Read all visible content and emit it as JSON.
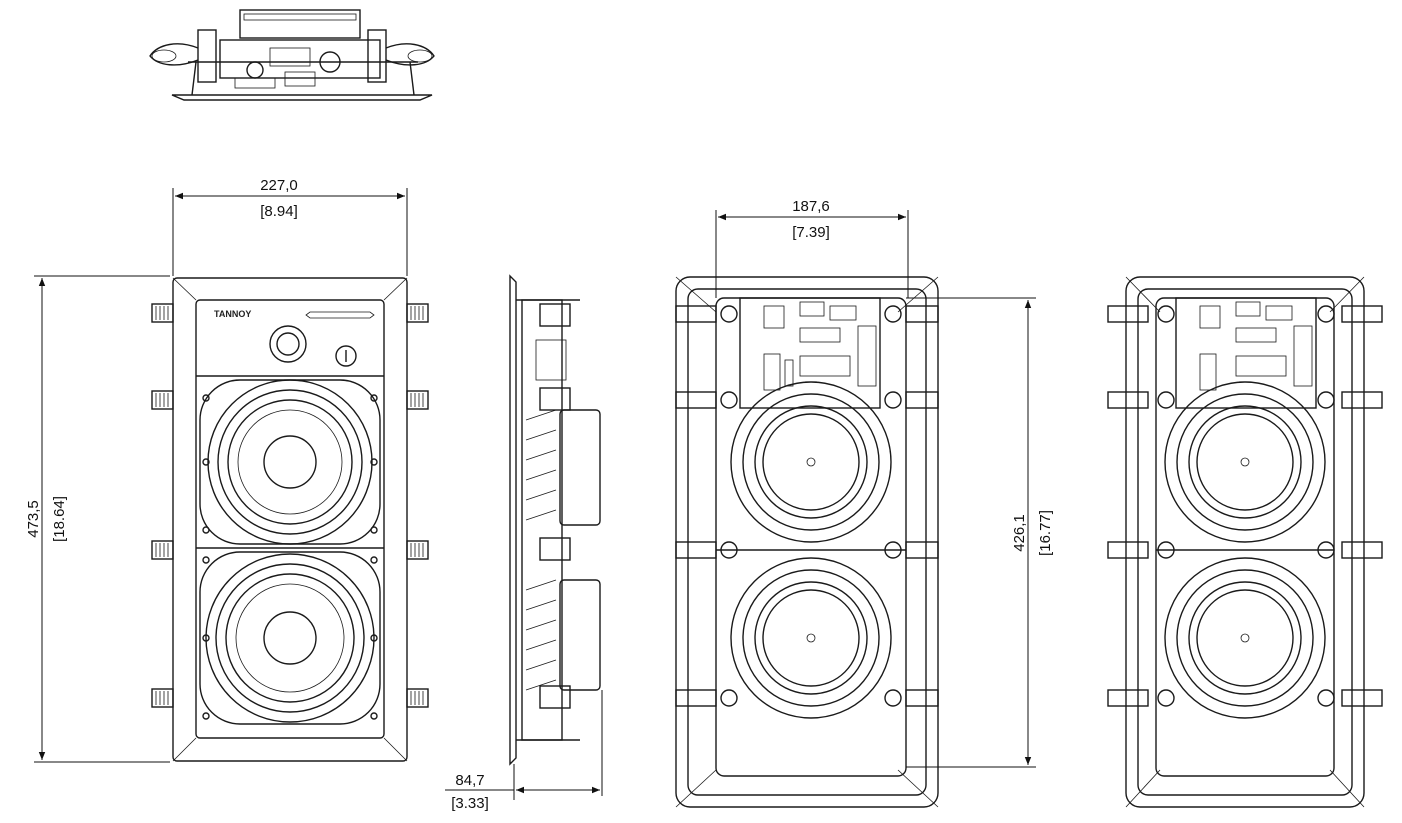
{
  "dimensions": {
    "front_width": {
      "value": "227,0",
      "inch": "[8.94]"
    },
    "front_height": {
      "value": "473,5",
      "inch": "[18.64]"
    },
    "depth": {
      "value": "84,7",
      "inch": "[3.33]"
    },
    "cutout_width": {
      "value": "187,6",
      "inch": "[7.39]"
    },
    "cutout_height": {
      "value": "426,1",
      "inch": "[16.77]"
    }
  },
  "brand": {
    "logo_text": "TANNOY"
  },
  "colors": {
    "line": "#1a1a1a",
    "background": "#ffffff"
  }
}
